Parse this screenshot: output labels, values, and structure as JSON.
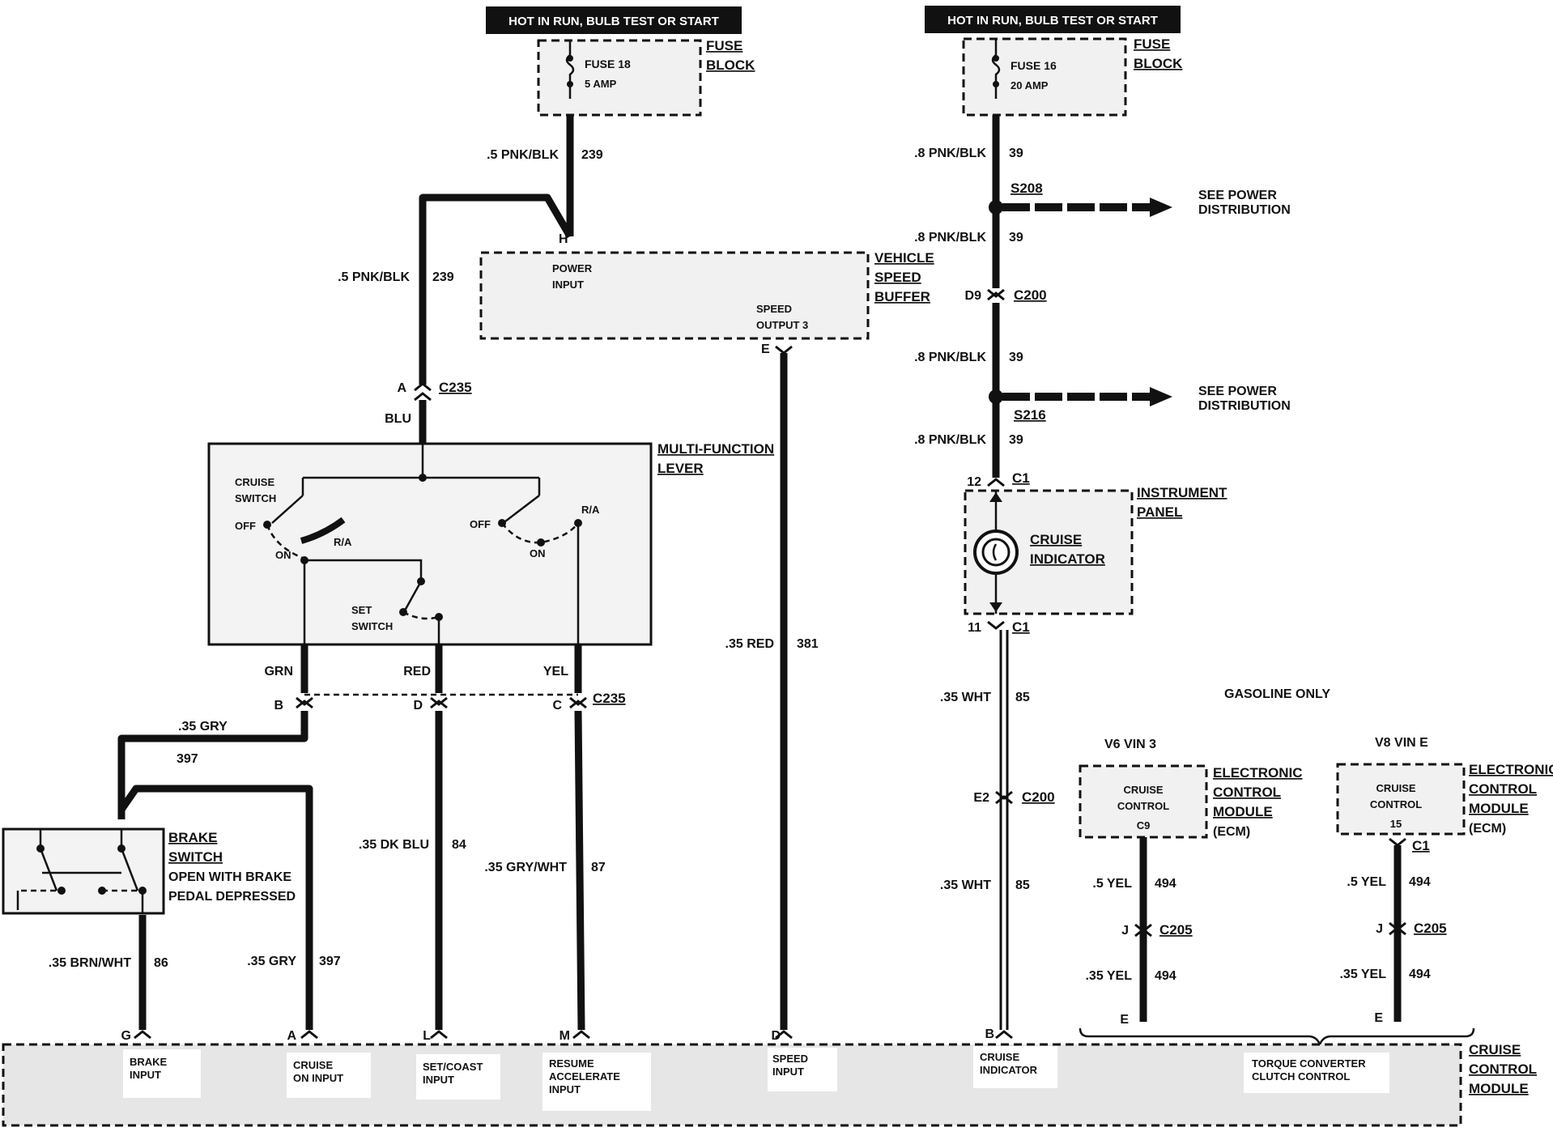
{
  "power_sources": {
    "left": {
      "header": "HOT IN RUN, BULB TEST OR START",
      "fuse": "FUSE 18",
      "rating": "5 AMP",
      "block_label_1": "FUSE",
      "block_label_2": "BLOCK"
    },
    "right": {
      "header": "HOT IN RUN, BULB TEST OR START",
      "fuse": "FUSE 16",
      "rating": "20 AMP",
      "block_label_1": "FUSE",
      "block_label_2": "BLOCK"
    }
  },
  "vehicle_speed_buffer": {
    "label_1": "VEHICLE",
    "label_2": "SPEED",
    "label_3": "BUFFER",
    "power_input_1": "POWER",
    "power_input_2": "INPUT",
    "speed_output_1": "SPEED",
    "speed_output_2": "OUTPUT 3",
    "pin_h": "H",
    "pin_e": "E"
  },
  "multi_function_lever": {
    "label_1": "MULTI-FUNCTION",
    "label_2": "LEVER",
    "cruise_switch_1": "CRUISE",
    "cruise_switch_2": "SWITCH",
    "off_left": "OFF",
    "on_left": "ON",
    "ra_left": "R/A",
    "off_right": "OFF",
    "on_right": "ON",
    "ra_right": "R/A",
    "set_switch_1": "SET",
    "set_switch_2": "SWITCH"
  },
  "brake_switch": {
    "label_1": "BRAKE",
    "label_2": "SWITCH",
    "desc_1": "OPEN WITH BRAKE",
    "desc_2": "PEDAL DEPRESSED"
  },
  "instrument_panel": {
    "label_1": "INSTRUMENT",
    "label_2": "PANEL",
    "indicator_1": "CRUISE",
    "indicator_2": "INDICATOR",
    "pin_top": "12",
    "pin_bottom": "11",
    "conn_top": "C1",
    "conn_bottom": "C1"
  },
  "ecm_left": {
    "title": "V6 VIN 3",
    "inner_1": "CRUISE",
    "inner_2": "CONTROL",
    "pin": "C9",
    "label_1": "ELECTRONIC",
    "label_2": "CONTROL",
    "label_3": "MODULE",
    "label_4": "(ECM)"
  },
  "ecm_right": {
    "title": "V8 VIN E",
    "inner_1": "CRUISE",
    "inner_2": "CONTROL",
    "pin": "15",
    "conn": "C1",
    "label_1": "ELECTRONIC",
    "label_2": "CONTROL",
    "label_3": "MODULE",
    "label_4": "(ECM)"
  },
  "gasoline_only": "GASOLINE ONLY",
  "see_power_1": {
    "line_1": "SEE POWER",
    "line_2": "DISTRIBUTION"
  },
  "see_power_2": {
    "line_1": "SEE POWER",
    "line_2": "DISTRIBUTION"
  },
  "splices": {
    "s208": "S208",
    "s216": "S216"
  },
  "connectors": {
    "c235_a": "A",
    "c235_top": "C235",
    "c235_b": "B",
    "c235_d": "D",
    "c235_c": "C",
    "c235_bottom": "C235",
    "c200_d9": "D9",
    "c200_top": "C200",
    "c200_e2": "E2",
    "c200_bottom": "C200",
    "c205_left_j": "J",
    "c205_left": "C205",
    "c205_right_j": "J",
    "c205_right": "C205"
  },
  "wires": {
    "w239_top": {
      "gauge": ".5 PNK/BLK",
      "circuit": "239"
    },
    "w239_mid": {
      "gauge": ".5 PNK/BLK",
      "circuit": "239"
    },
    "w39_1": {
      "gauge": ".8 PNK/BLK",
      "circuit": "39"
    },
    "w39_2": {
      "gauge": ".8 PNK/BLK",
      "circuit": "39"
    },
    "w39_3": {
      "gauge": ".8 PNK/BLK",
      "circuit": "39"
    },
    "w39_4": {
      "gauge": ".8 PNK/BLK",
      "circuit": "39"
    },
    "blu": "BLU",
    "grn": "GRN",
    "red": "RED",
    "yel": "YEL",
    "w397_top": {
      "gauge": ".35 GRY",
      "circuit": "397"
    },
    "w397_bot": {
      "gauge": ".35 GRY",
      "circuit": "397"
    },
    "w86": {
      "gauge": ".35 BRN/WHT",
      "circuit": "86"
    },
    "w84": {
      "gauge": ".35 DK BLU",
      "circuit": "84"
    },
    "w87": {
      "gauge": ".35 GRY/WHT",
      "circuit": "87"
    },
    "w381": {
      "gauge": ".35 RED",
      "circuit": "381"
    },
    "w85_top": {
      "gauge": ".35 WHT",
      "circuit": "85"
    },
    "w85_bot": {
      "gauge": ".35 WHT",
      "circuit": "85"
    },
    "w494_l1": {
      "gauge": ".5 YEL",
      "circuit": "494"
    },
    "w494_l2": {
      "gauge": ".35 YEL",
      "circuit": "494"
    },
    "w494_r1": {
      "gauge": ".5 YEL",
      "circuit": "494"
    },
    "w494_r2": {
      "gauge": ".35 YEL",
      "circuit": "494"
    }
  },
  "cruise_module": {
    "label_1": "CRUISE",
    "label_2": "CONTROL",
    "label_3": "MODULE",
    "pins": [
      {
        "pin": "G",
        "line_1": "BRAKE",
        "line_2": "INPUT",
        "line_3": ""
      },
      {
        "pin": "A",
        "line_1": "CRUISE",
        "line_2": "ON INPUT",
        "line_3": ""
      },
      {
        "pin": "L",
        "line_1": "SET/COAST",
        "line_2": "INPUT",
        "line_3": ""
      },
      {
        "pin": "M",
        "line_1": "RESUME",
        "line_2": "ACCELERATE",
        "line_3": "INPUT"
      },
      {
        "pin": "D",
        "line_1": "SPEED",
        "line_2": "INPUT",
        "line_3": ""
      },
      {
        "pin": "B",
        "line_1": "CRUISE",
        "line_2": "INDICATOR",
        "line_3": ""
      },
      {
        "pin": "E",
        "line_1": "TORQUE CONVERTER",
        "line_2": "CLUTCH CONTROL",
        "line_3": ""
      }
    ]
  }
}
